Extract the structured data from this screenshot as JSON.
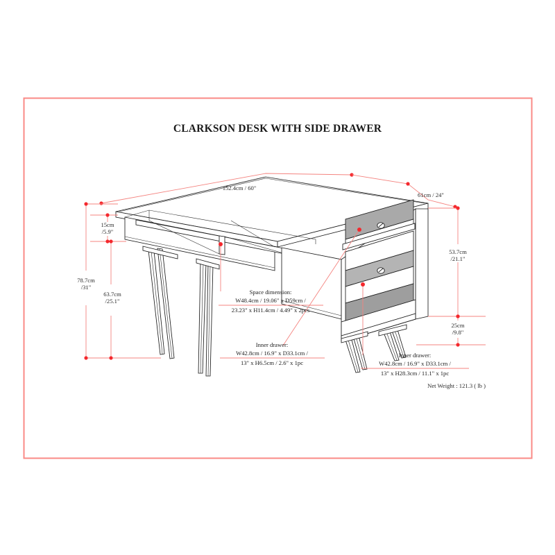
{
  "page": {
    "title": "CLARKSON DESK WITH SIDE DRAWER",
    "border_color": "#fa8a86",
    "dimension_line_color": "#f4837f",
    "dimension_dot_color": "#f4282d",
    "drawing_line_color": "#1b1b1b",
    "background": "#ffffff"
  },
  "dimensions": {
    "width_top": "152.4cm / 60\"",
    "depth_top_right": "61cm / 24\"",
    "apron_height_line1": "15cm",
    "apron_height_line2": "/5.9\"",
    "total_height_line1": "78.7cm",
    "total_height_line2": "/31\"",
    "clearance_height_line1": "63.7cm",
    "clearance_height_line2": "/25.1\"",
    "drawer_stack_line1": "53.7cm",
    "drawer_stack_line2": "/21.1\"",
    "leg_height_line1": "25cm",
    "leg_height_line2": "/9.8\""
  },
  "callouts": {
    "space_dimension": {
      "heading": "Space dimension:",
      "line1": "W48.4cm / 19.06\" x D59cm /",
      "line2": "23.23\" x H11.4cm / 4.49\" x 2pcs"
    },
    "inner_drawer_shallow": {
      "heading": "Inner drawer:",
      "line1": "W42.8cm / 16.9\" x D33.1cm /",
      "line2": "13\" x H6.5cm / 2.6\" x 1pc"
    },
    "inner_drawer_deep": {
      "heading": "Inner drawer:",
      "line1": "W42.8cm / 16.9\" x D33.1cm /",
      "line2": "13\" x H28.3cm / 11.1\" x 1pc"
    }
  },
  "net_weight": "Net Weight : 121.3 ( lb )",
  "product": {
    "type": "desk",
    "features": [
      "open shelf space x2",
      "shallow side drawer",
      "deep side drawer",
      "splayed tapered legs",
      "round knobs x2"
    ]
  }
}
